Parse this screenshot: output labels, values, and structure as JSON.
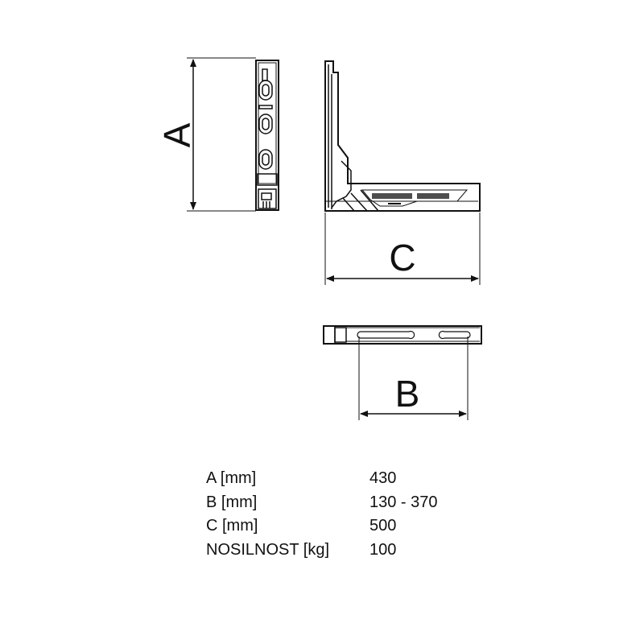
{
  "dimensions": {
    "a_label": "A",
    "b_label": "B",
    "c_label": "C"
  },
  "specs": [
    {
      "label": "A [mm]",
      "value": "430"
    },
    {
      "label": "B [mm]",
      "value": "130 - 370"
    },
    {
      "label": "C [mm]",
      "value": "500"
    },
    {
      "label": "NOSILNOST [kg]",
      "value": "100"
    }
  ]
}
